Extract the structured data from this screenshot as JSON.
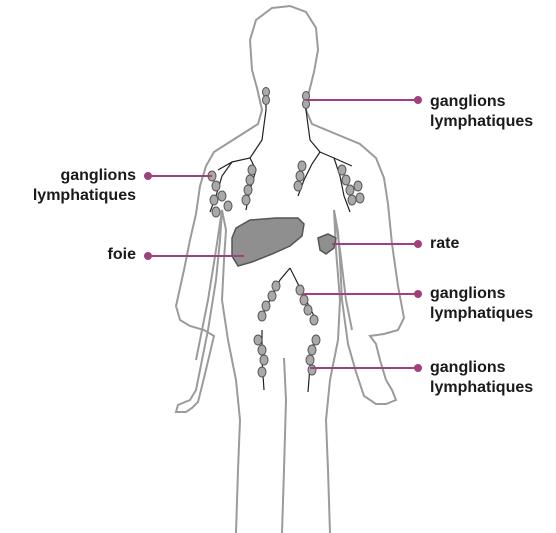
{
  "colors": {
    "outline": "#9b9b9b",
    "organ_fill": "#8f8f8f",
    "node_fill": "#a9a9a9",
    "vessel": "#222222",
    "leader": "#a0407f"
  },
  "labels": {
    "neck": {
      "line1": "ganglions",
      "line2": "lymphatiques"
    },
    "armpit": {
      "line1": "ganglions",
      "line2": "lymphatiques"
    },
    "liver": {
      "text": "foie"
    },
    "spleen": {
      "text": "rate"
    },
    "abdomen": {
      "line1": "ganglions",
      "line2": "lymphatiques"
    },
    "groin": {
      "line1": "ganglions",
      "line2": "lymphatiques"
    }
  }
}
